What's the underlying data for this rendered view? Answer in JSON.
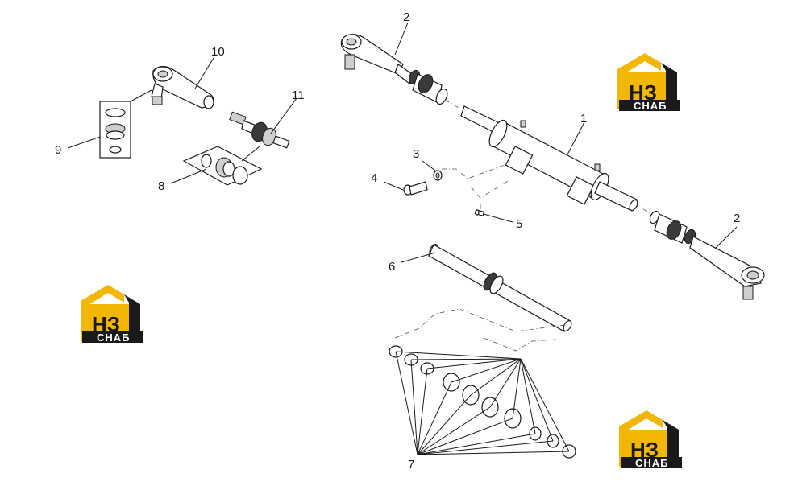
{
  "diagram": {
    "callouts": [
      "1",
      "2",
      "2",
      "3",
      "4",
      "5",
      "6",
      "7",
      "8",
      "9",
      "10",
      "11"
    ]
  },
  "brand": {
    "letters": "НЗ",
    "word": "СНАБ",
    "accent_color": "#f2b705",
    "dark_color": "#1a1a1a"
  }
}
